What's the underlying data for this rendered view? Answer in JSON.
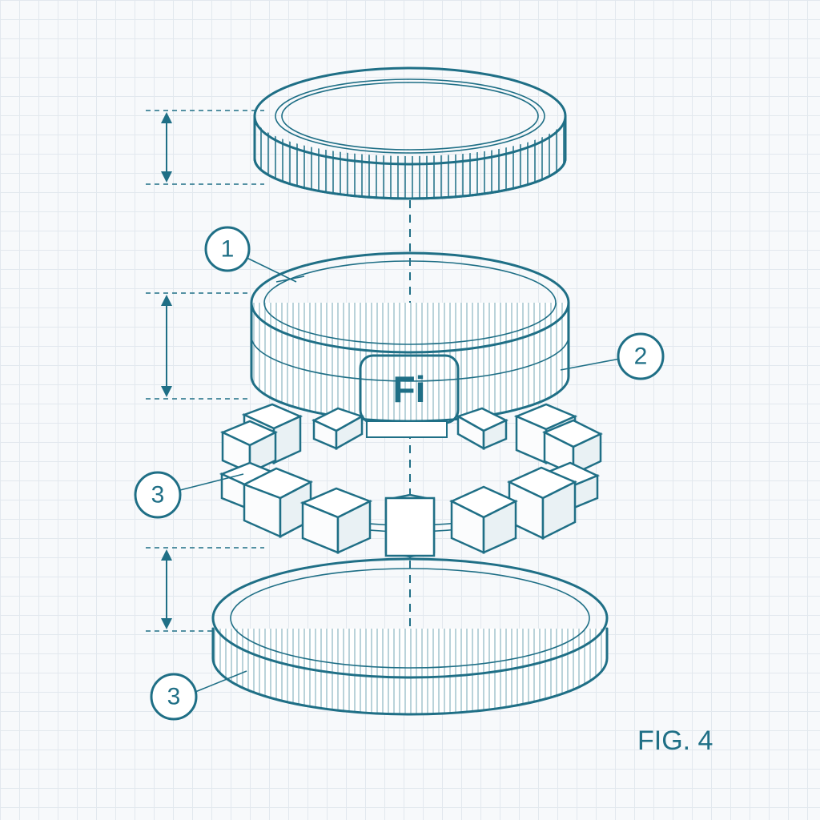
{
  "callouts": {
    "one": "1",
    "two": "2",
    "three_chain": "3",
    "three_base": "3"
  },
  "logo": {
    "text": "Fi"
  },
  "figure_label": "FIG. 4",
  "colors": {
    "ink": "#1f6f86",
    "grid": "#e2e8ee",
    "paper": "#f7f9fb"
  }
}
